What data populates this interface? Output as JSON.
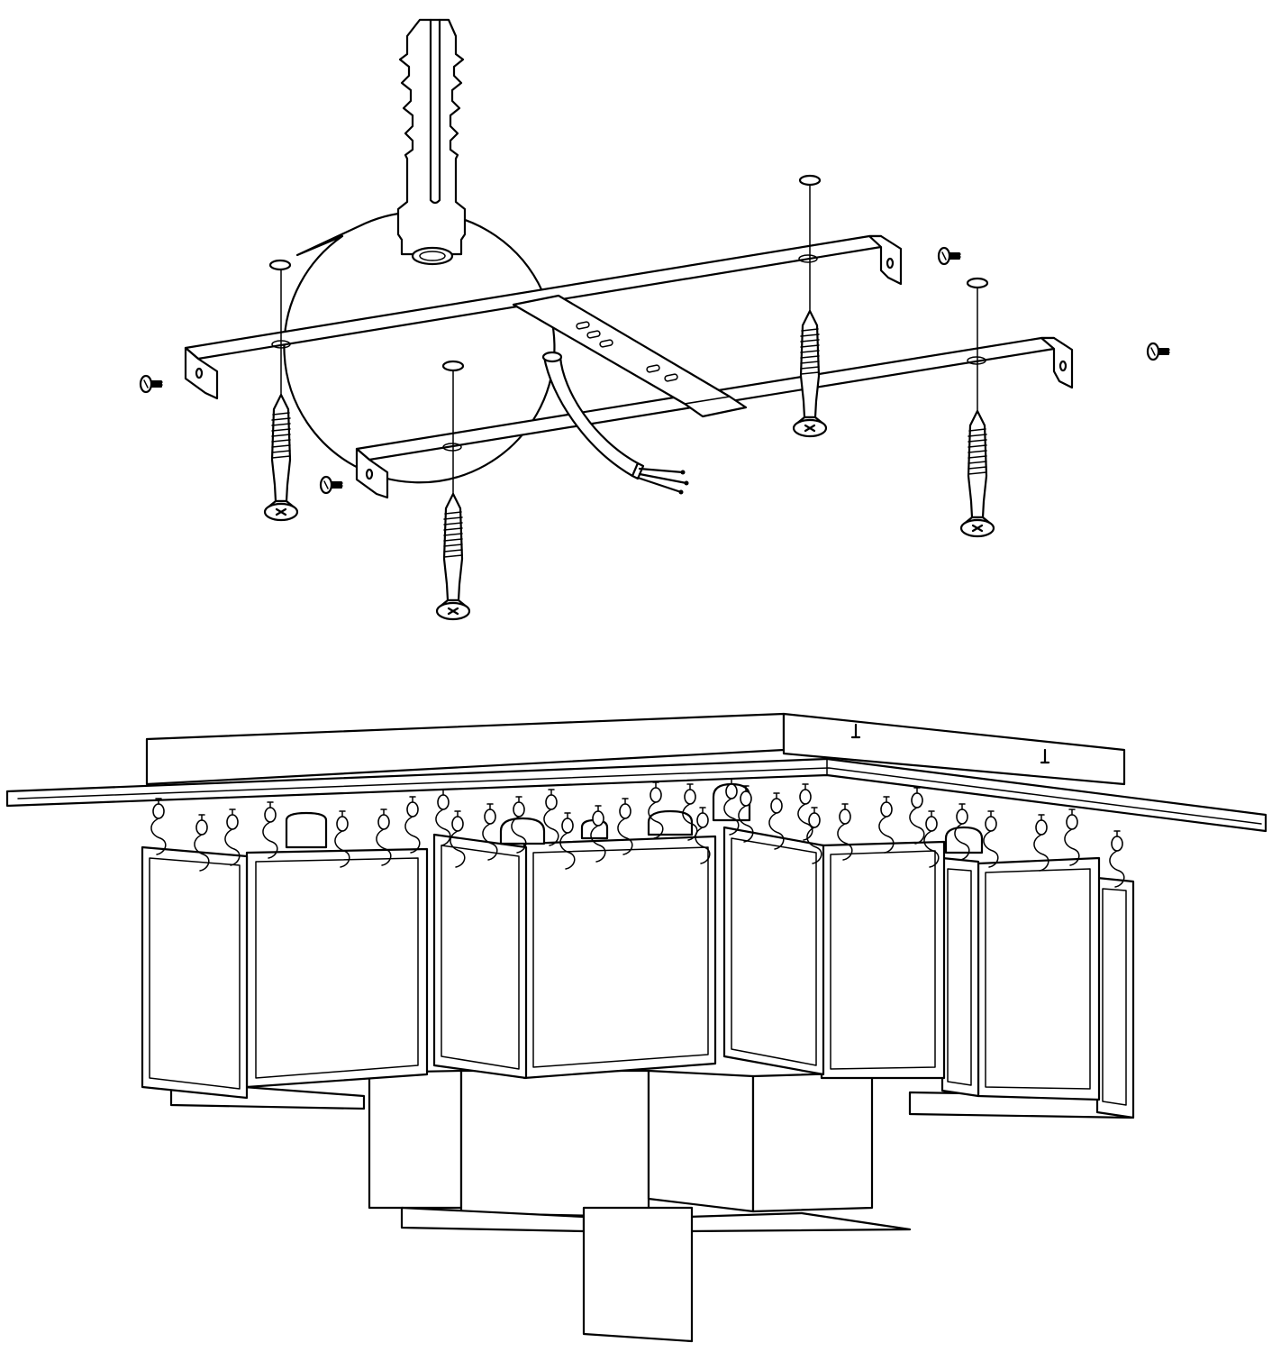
{
  "figure": {
    "kind": "installation-diagram",
    "line_color": "#000000",
    "background_color": "#ffffff",
    "top_section": {
      "parts": [
        "wall-plug-detail-callout",
        "mounting-bracket-back",
        "mounting-bracket-front",
        "cross-strap",
        "power-cable",
        "wood-screw",
        "machine-screw",
        "ceiling-drill-hole"
      ],
      "counts": {
        "wood-screw": 4,
        "machine-screw": 4,
        "ceiling-drill-hole": 4
      }
    },
    "bottom_section": {
      "parts": [
        "ceiling-canopy",
        "mounting-plate",
        "s-hook",
        "glass-panel",
        "lower-panel-tier"
      ],
      "counts": {
        "glass-panel": 11,
        "lower-panel-tier": 3
      }
    }
  }
}
